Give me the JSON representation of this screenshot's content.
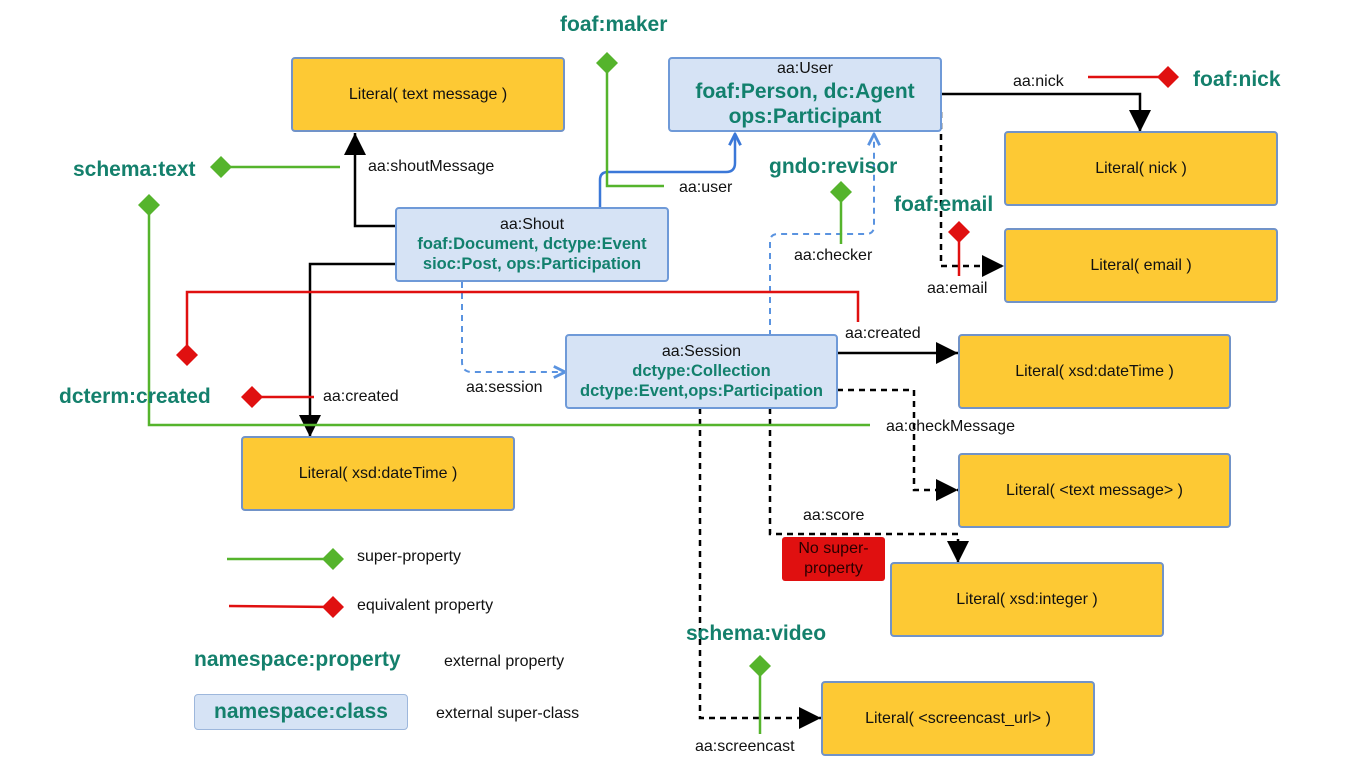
{
  "colors": {
    "literal_fill": "#fdc934",
    "class_fill": "#d6e3f5",
    "namespace_text": "#14806c",
    "super_property": "#55b42c",
    "equivalent_property": "#e01010",
    "class_link": "#3b78d8",
    "dashed_class_link": "#5a93e0"
  },
  "classes": {
    "user": {
      "name": "aa:User",
      "ext1": "foaf:Person, dc:Agent",
      "ext2": "ops:Participant"
    },
    "shout": {
      "name": "aa:Shout",
      "ext1": "foaf:Document, dctype:Event",
      "ext2": "sioc:Post, ops:Participation"
    },
    "session": {
      "name": "aa:Session",
      "ext1": "dctype:Collection",
      "ext2": "dctype:Event,ops:Participation"
    }
  },
  "literals": {
    "text_message": "Literal( text message )",
    "nick": "Literal( nick )",
    "email": "Literal( email )",
    "session_datetime": "Literal( xsd:dateTime )",
    "shout_datetime": "Literal( xsd:dateTime )",
    "check_message": "Literal( <text message> )",
    "score": "Literal( xsd:integer )",
    "screencast": "Literal( <screencast_url> )"
  },
  "properties": {
    "shout_message": "aa:shoutMessage",
    "user": "aa:user",
    "nick": "aa:nick",
    "email": "aa:email",
    "checker": "aa:checker",
    "session": "aa:session",
    "created_session": "aa:created",
    "created_shout": "aa:created",
    "check_message": "aa:checkMessage",
    "score": "aa:score",
    "screencast": "aa:screencast"
  },
  "external_properties": {
    "maker": "foaf:maker",
    "nick": "foaf:nick",
    "text": "schema:text",
    "revisor": "gndo:revisor",
    "email": "foaf:email",
    "created": "dcterm:created",
    "video": "schema:video"
  },
  "no_super": "No super-property",
  "legend": {
    "super_property": "super-property",
    "equivalent_property": "equivalent property",
    "namespace_property": "namespace:property",
    "external_property": "external property",
    "namespace_class": "namespace:class",
    "external_super_class": "external super-class"
  }
}
